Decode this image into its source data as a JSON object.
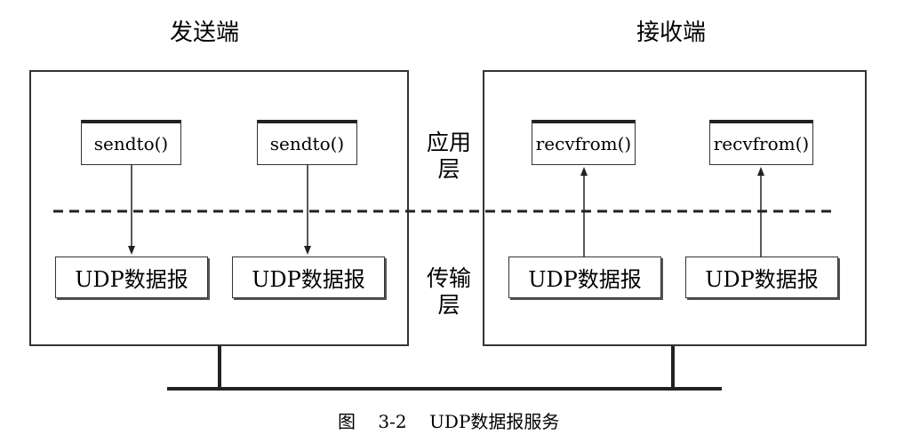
{
  "sender": {
    "title": "发送端",
    "functions": [
      "sendto()",
      "sendto()"
    ],
    "datagrams": [
      "UDP数据报",
      "UDP数据报"
    ]
  },
  "receiver": {
    "title": "接收端",
    "functions": [
      "recvfrom()",
      "recvfrom()"
    ],
    "datagrams": [
      "UDP数据报",
      "UDP数据报"
    ]
  },
  "layers": {
    "application": "应用层",
    "transport": "传输层"
  },
  "caption": "图    3-2    UDP数据报服务"
}
